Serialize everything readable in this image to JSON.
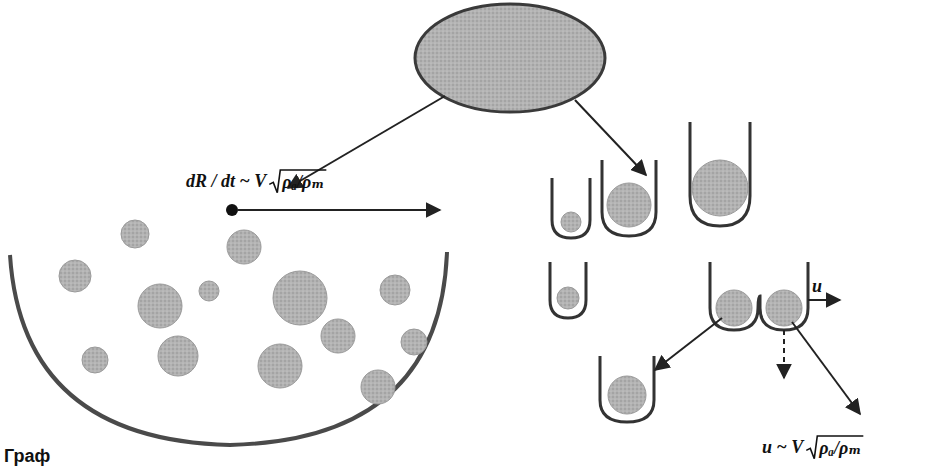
{
  "diagram": {
    "labels": [
      "dR / dt ~ V",
      "ρₐ/ρₘ",
      "u",
      "u ~ V",
      "ρₐ/ρₘ",
      "Граф"
    ]
  }
}
